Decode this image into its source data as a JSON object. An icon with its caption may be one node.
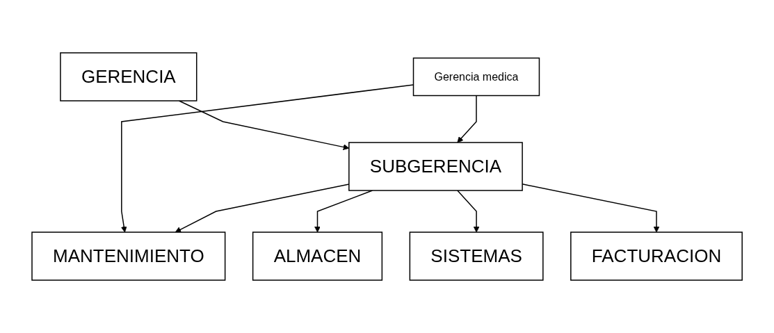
{
  "diagram": {
    "nodes": [
      {
        "text": [
          "GERENCIA"
        ]
      },
      {
        "text": [
          "Gerencia medica"
        ]
      },
      {
        "text": [
          "SUBGERENCIA"
        ]
      },
      {
        "text": [
          "MANTENIMIENTO"
        ]
      },
      {
        "text": [
          "ALMACEN"
        ]
      },
      {
        "text": [
          "SISTEMAS"
        ]
      },
      {
        "text": [
          "FACTURACION"
        ]
      }
    ],
    "edges": [
      {
        "from": 0,
        "to": 2,
        "arrow": "to"
      },
      {
        "from": 1,
        "to": 2,
        "arrow": "to"
      },
      {
        "from": 1,
        "to": 3,
        "arrow": "to"
      },
      {
        "from": 2,
        "to": 3,
        "arrow": "to"
      },
      {
        "from": 2,
        "to": 4,
        "arrow": "to"
      },
      {
        "from": 2,
        "to": 5,
        "arrow": "to"
      },
      {
        "from": 2,
        "to": 6,
        "arrow": "to"
      }
    ]
  }
}
